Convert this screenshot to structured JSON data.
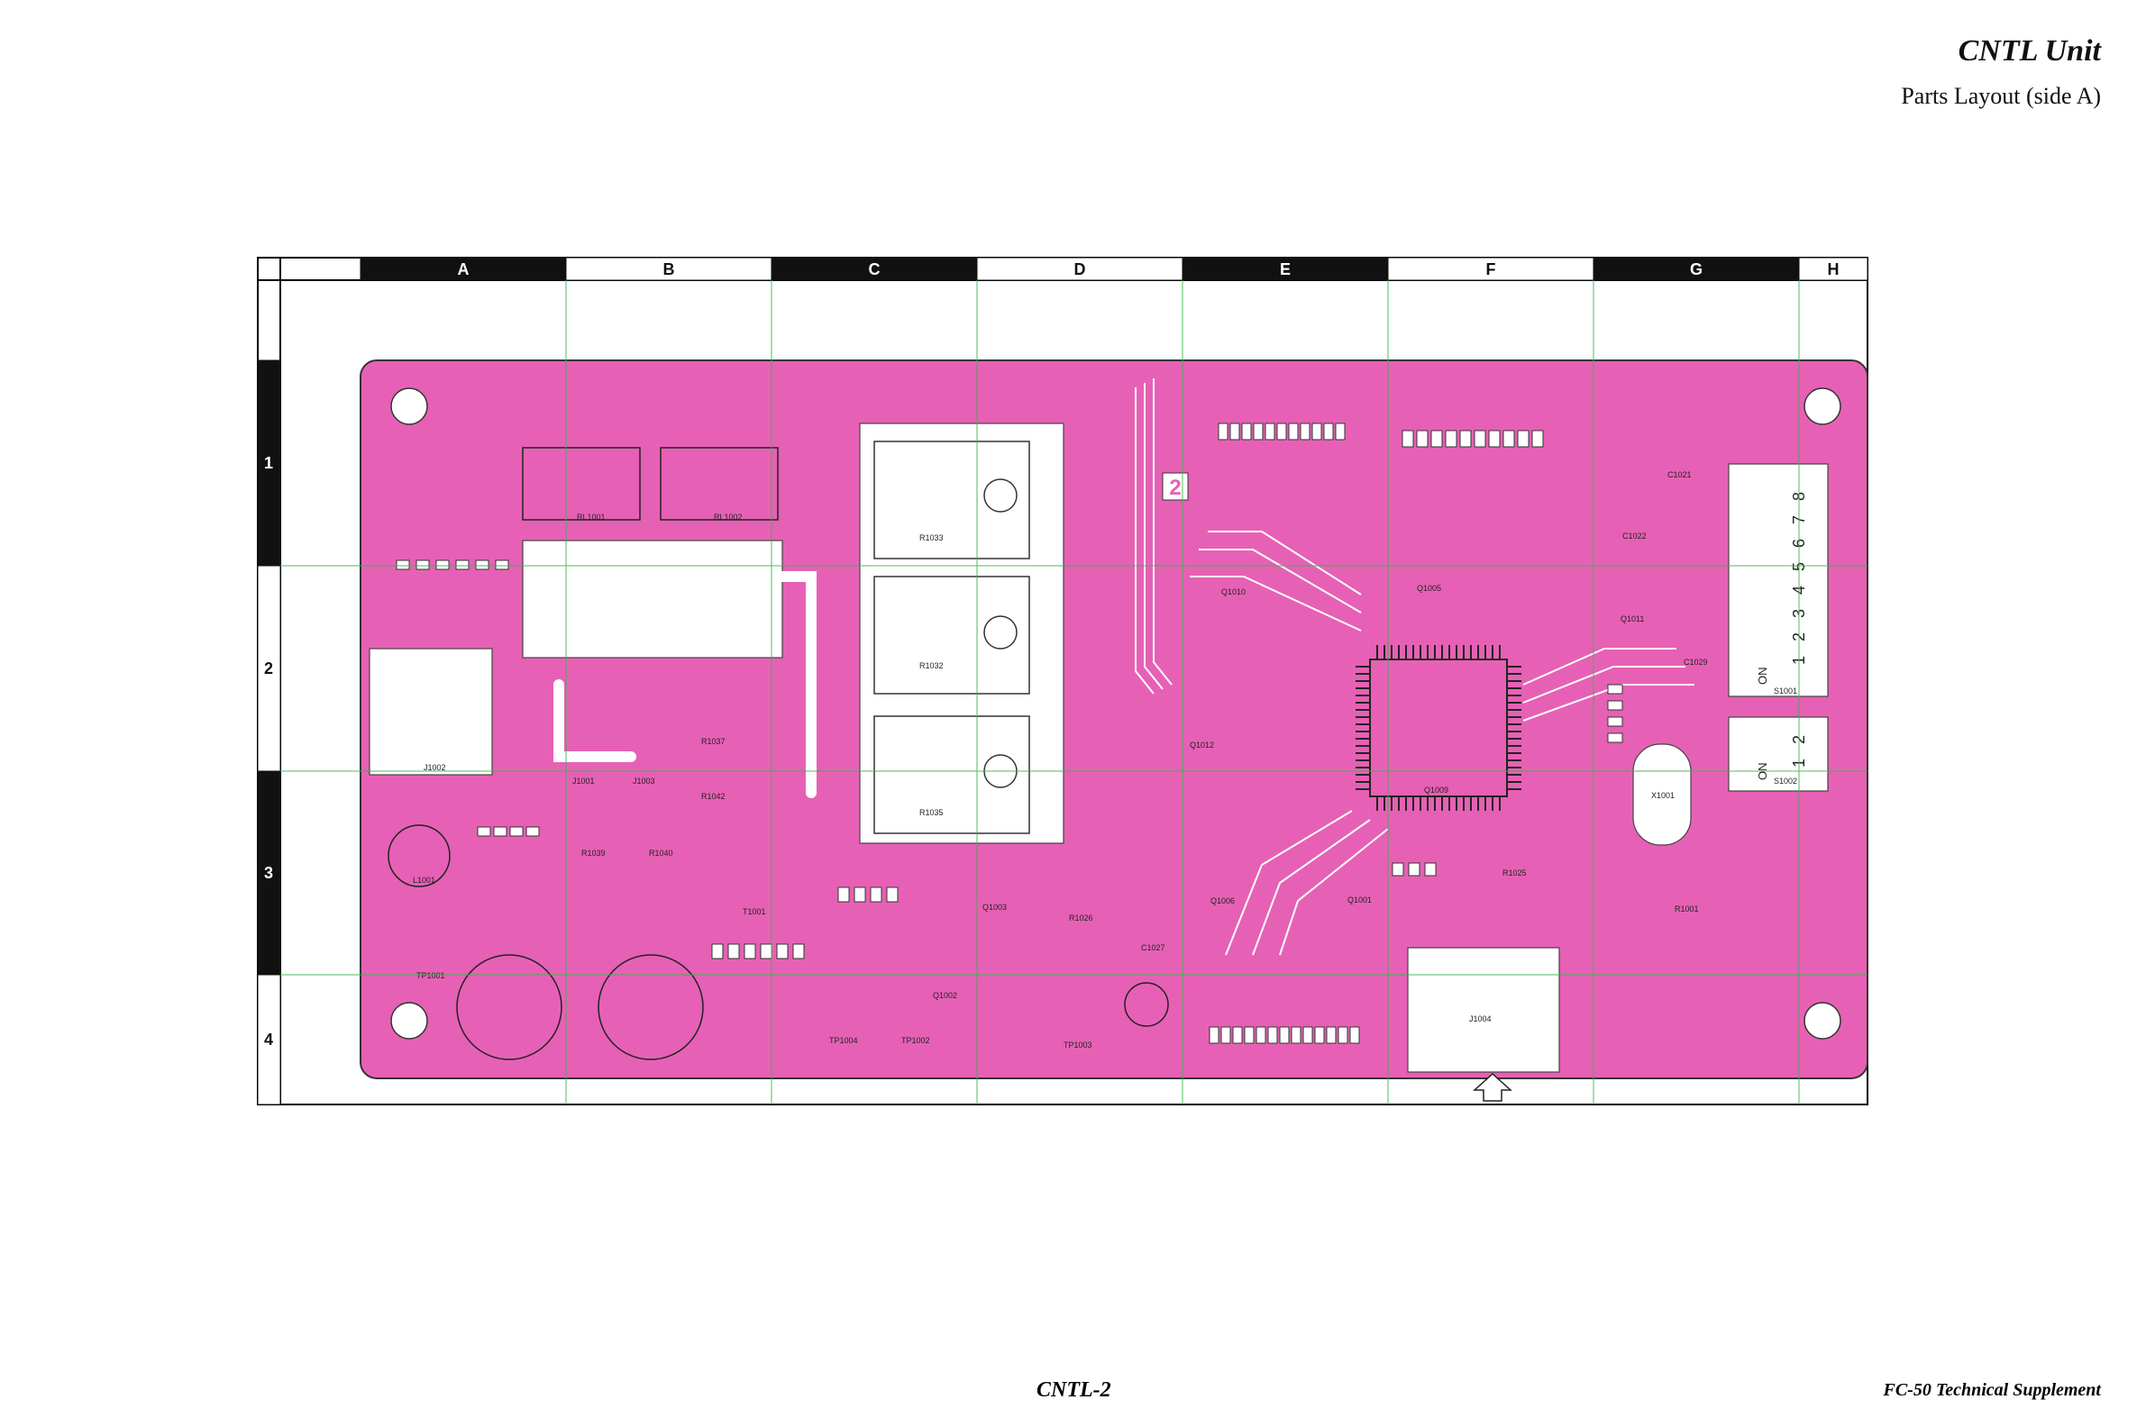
{
  "header": {
    "title": "CNTL Unit",
    "subtitle": "Parts Layout (side A)"
  },
  "footer": {
    "page": "CNTL-2",
    "manual": "FC-50 Technical Supplement"
  },
  "grid": {
    "columns": [
      "A",
      "B",
      "C",
      "D",
      "E",
      "F",
      "G",
      "H"
    ],
    "rows": [
      "1",
      "2",
      "3",
      "4"
    ]
  },
  "board": {
    "block_label": "2",
    "labels": {
      "RL1001": "RL1001",
      "RL1002": "RL1002",
      "R1033": "R1033",
      "R1032": "R1032",
      "R1035": "R1035",
      "R1037": "R1037",
      "R1042": "R1042",
      "R1039": "R1039",
      "R1040": "R1040",
      "J1002": "J1002",
      "J1003": "J1003",
      "J1004": "J1004",
      "J1001": "J1001",
      "T1001": "T1001",
      "L1001": "L1001",
      "Q1001": "Q1001",
      "Q1002": "Q1002",
      "Q1003": "Q1003",
      "Q1005": "Q1005",
      "Q1006": "Q1006",
      "Q1009": "Q1009",
      "Q1010": "Q1010",
      "Q1011": "Q1011",
      "Q1012": "Q1012",
      "S1001": "S1001",
      "S1002": "S1002",
      "X1001": "X1001",
      "TP1001": "TP1001",
      "TP1002": "TP1002",
      "TP1003": "TP1003",
      "TP1004": "TP1004",
      "C1021": "C1021",
      "C1022": "C1022",
      "C1027": "C1027",
      "C1029": "C1029",
      "R1001": "R1001",
      "R1025": "R1025",
      "R1026": "R1026",
      "ON": "ON",
      "sw8": [
        "1",
        "2",
        "3",
        "4",
        "5",
        "6",
        "7",
        "8"
      ],
      "sw2": [
        "1",
        "2"
      ]
    }
  }
}
